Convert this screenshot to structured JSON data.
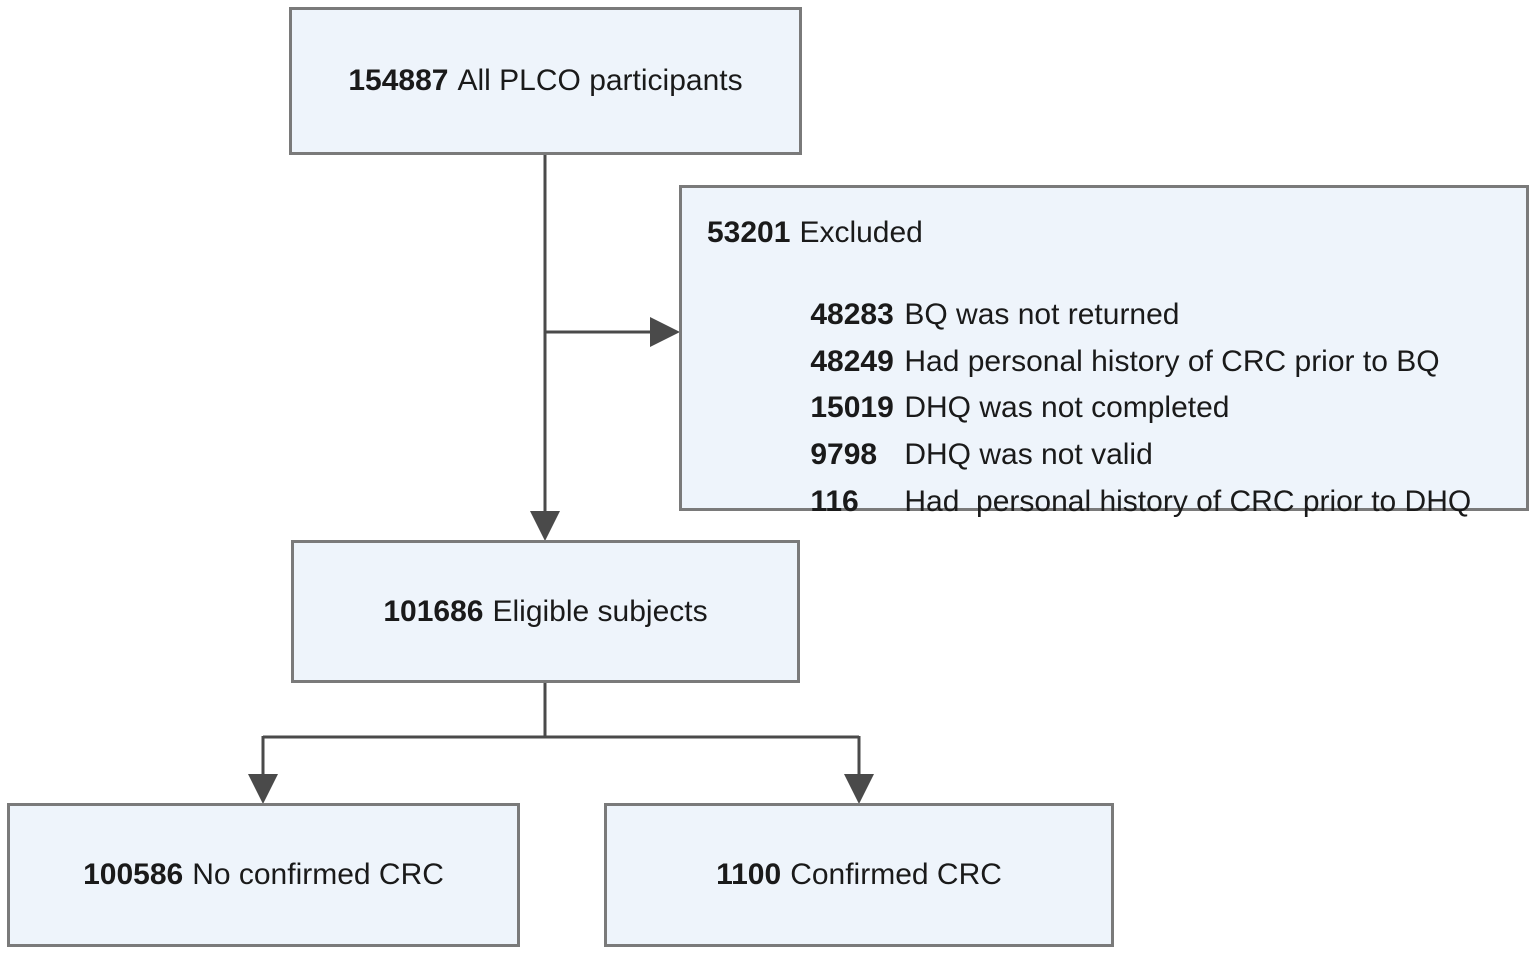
{
  "flow": {
    "all": {
      "count": "154887",
      "label": "All PLCO participants"
    },
    "excluded": {
      "count": "53201",
      "label": "Excluded",
      "reasons": [
        {
          "count": "48283",
          "label": "BQ was not returned"
        },
        {
          "count": "48249",
          "label": "Had personal history of CRC prior to BQ"
        },
        {
          "count": "15019",
          "label": "DHQ was not completed"
        },
        {
          "count": "9798",
          "label": "DHQ was not valid"
        },
        {
          "count": "116",
          "label": "Had  personal history of CRC prior to DHQ"
        }
      ]
    },
    "eligible": {
      "count": "101686",
      "label": "Eligible subjects"
    },
    "no_crc": {
      "count": "100586",
      "label": "No confirmed CRC"
    },
    "crc": {
      "count": "1100",
      "label": "Confirmed CRC"
    }
  },
  "colors": {
    "box_fill": "#eef4fb",
    "box_border": "#7a7a7a",
    "connector": "#4a4a4a"
  }
}
